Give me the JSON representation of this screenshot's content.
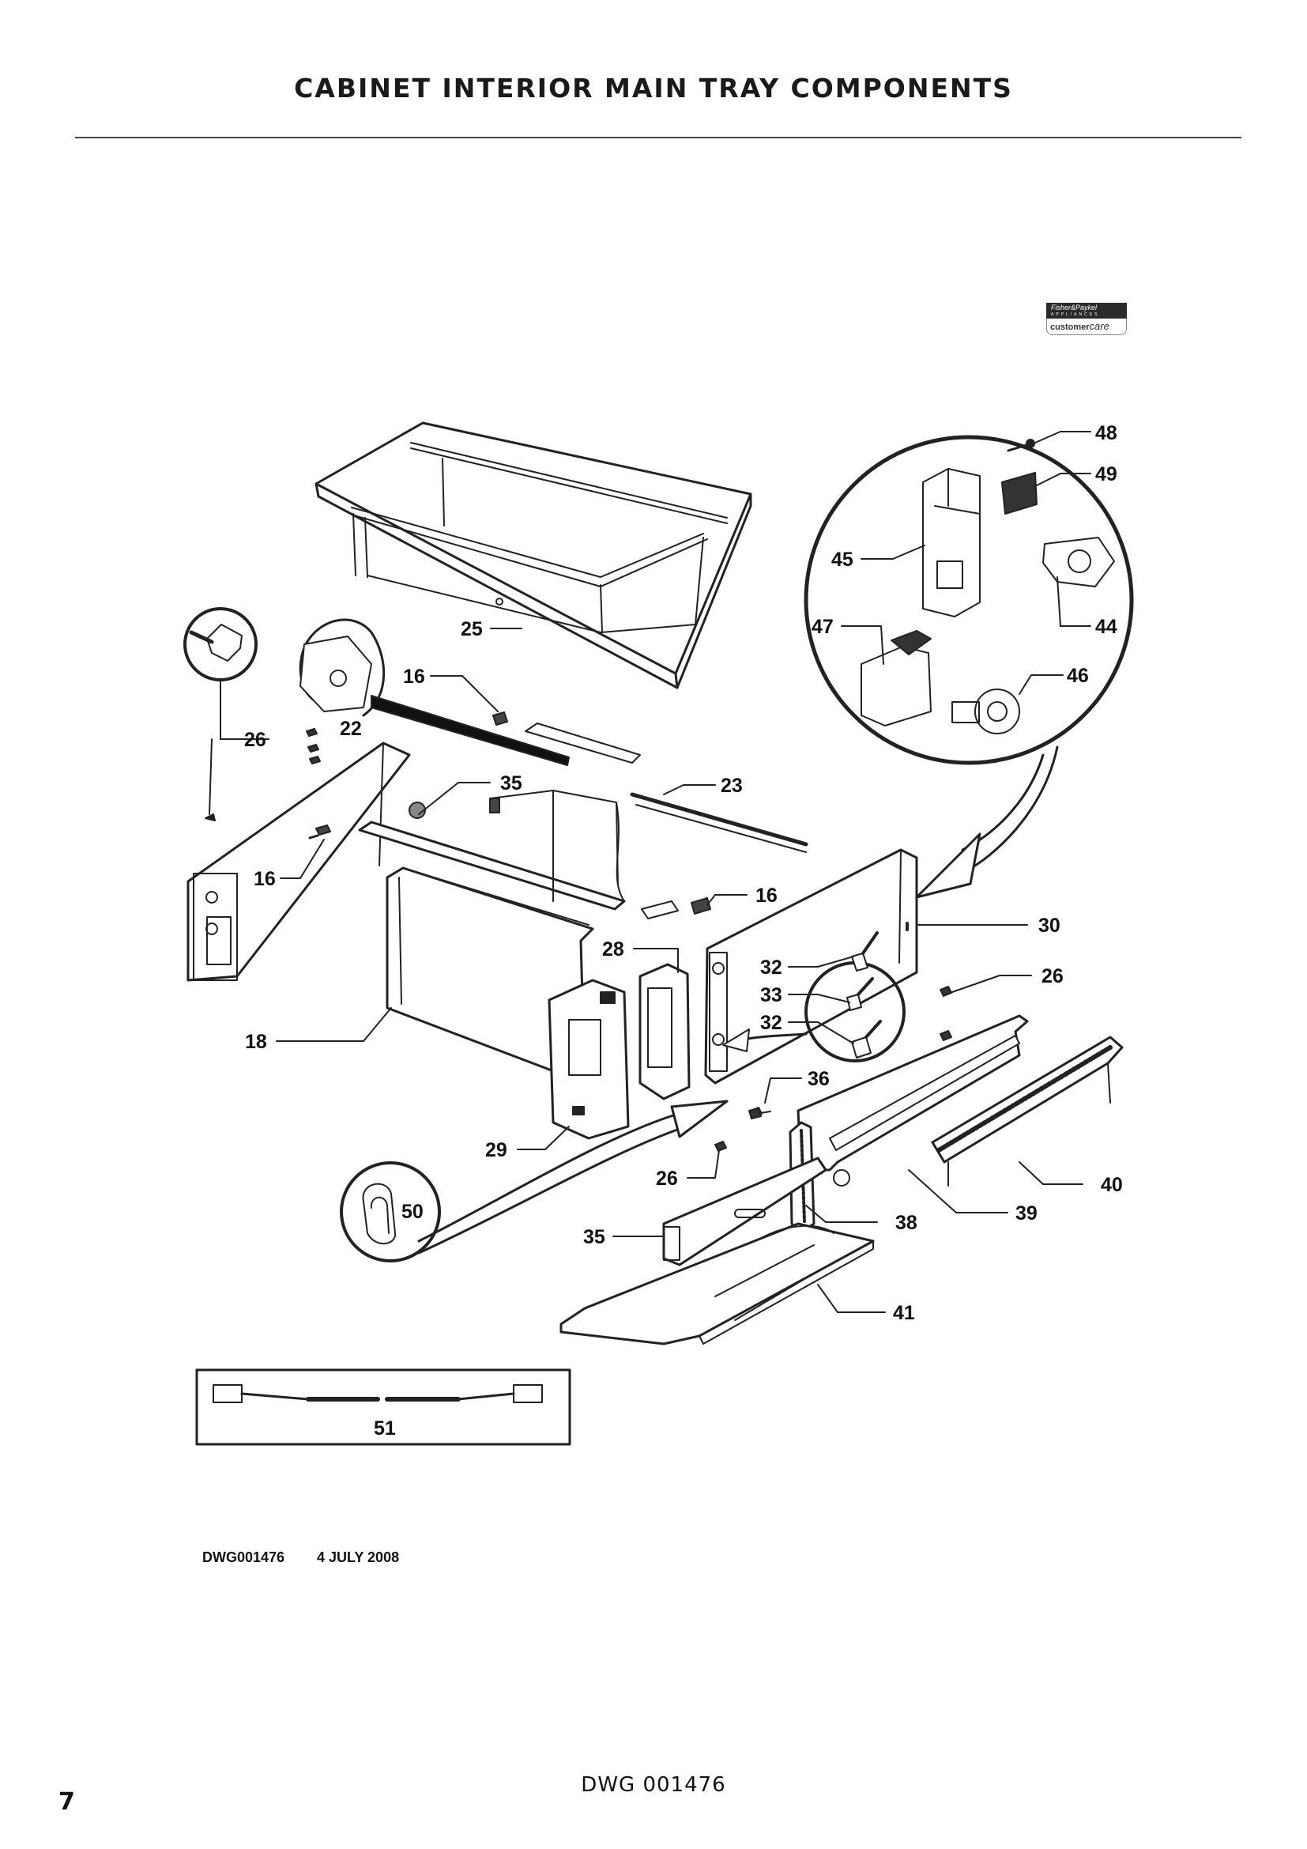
{
  "page": {
    "title": "CABINET INTERIOR MAIN TRAY COMPONENTS",
    "drawing_ref": "DWG001476",
    "drawing_date": "4 JULY 2008",
    "footer_drawing": "DWG 001476",
    "page_number": "7"
  },
  "logo": {
    "brand": "Fisher&Paykel",
    "brand_sub": "APPLIANCES",
    "service": "customer",
    "service_script": "care"
  },
  "callouts": {
    "c48": "48",
    "c49": "49",
    "c45": "45",
    "c44": "44",
    "c47": "47",
    "c46": "46",
    "c25": "25",
    "c16a": "16",
    "c22": "22",
    "c26a": "26",
    "c35a": "35",
    "c23": "23",
    "c16b": "16",
    "c16c": "16",
    "c30": "30",
    "c28": "28",
    "c32a": "32",
    "c33": "33",
    "c32b": "32",
    "c26b": "26",
    "c18": "18",
    "c36": "36",
    "c29": "29",
    "c26c": "26",
    "c50": "50",
    "c35b": "35",
    "c38": "38",
    "c39": "39",
    "c40": "40",
    "c41": "41",
    "c51": "51"
  }
}
